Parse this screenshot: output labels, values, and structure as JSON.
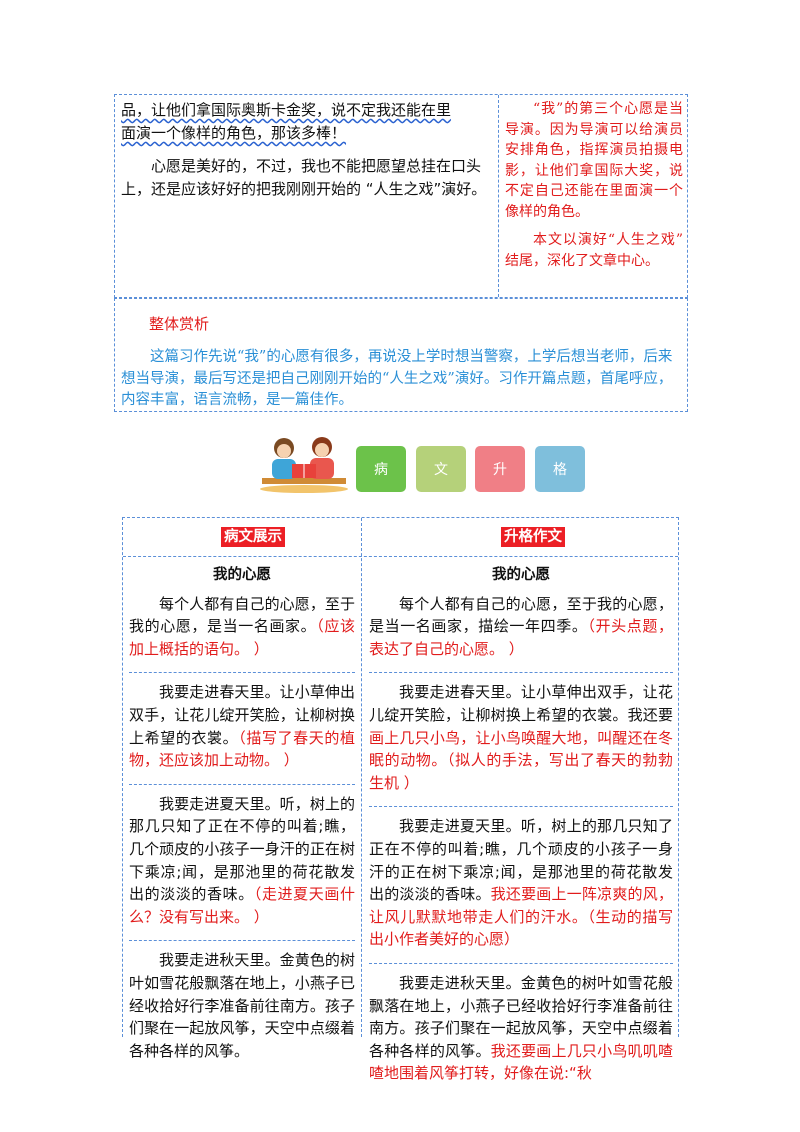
{
  "top": {
    "left_line1": "品，让他们拿国际奥斯卡金奖，说不定我还能在里",
    "left_line2": "面演一个像样的角色，那该多棒！",
    "left_para2": "心愿是美好的，不过，我也不能把愿望总挂在口头上，还是应该好好的把我刚刚开始的 “人生之戏”演好。",
    "right_para1": "“我”的第三个心愿是当导演。因为导演可以给演员安排角色，指挥演员拍摄电影，让他们拿国际大奖，说不定自己还能在里面演一个像样的角色。",
    "right_para2": "本文以演好“人生之戏” 结尾，深化了文章中心。"
  },
  "appreciation": {
    "title": "整体赏析",
    "body": "这篇习作先说“我”的心愿有很多，再说没上学时想当警察，上学后想当老师，后来想当导演，最后写还是把自己刚刚开始的“人生之戏”演好。习作开篇点题，首尾呼应，内容丰富，语言流畅，是一篇佳作。"
  },
  "banner": {
    "tiles": [
      "病",
      "文",
      "升",
      "格"
    ],
    "colors": [
      "#6cc24a",
      "#b5d17a",
      "#f07f86",
      "#7fbfdc"
    ]
  },
  "compare": {
    "left_header": "病文展示",
    "right_header": "升格作文",
    "left_title": "我的心愿",
    "right_title": "我的心愿",
    "left": {
      "p1": "每个人都有自己的心愿，至于我的心愿，是当一名画家。",
      "p1_note": "（应该加上概括的语句。 ）",
      "p2": "我要走进春天里。让小草伸出双手，让花儿绽开笑脸，让柳树换上希望的衣裳。",
      "p2_note": "（描写了春天的植物，还应该加上动物。 ）",
      "p3": "我要走进夏天里。听，树上的那几只知了正在不停的叫着;瞧，几个顽皮的小孩子一身汗的正在树下乘凉;闻，是那池里的荷花散发出的淡淡的香味。",
      "p3_note": "（走进夏天画什么？没有写出来。 ）",
      "p4": "我要走进秋天里。金黄色的树叶如雪花般飘落在地上，小燕子已经收拾好行李准备前往南方。孩子们聚在一起放风筝，天空中点缀着各种各样的风筝。"
    },
    "right": {
      "p1": "每个人都有自己的心愿，至于我的心愿，是当一名画家，描绘一年四季。",
      "p1_note": "（开头点题，表达了自己的心愿。 ）",
      "p2a": "我要走进春天里。让小草伸出双手，让花儿绽开笑脸，让柳树换上希望的衣裳。我还要",
      "p2b": "画上几只小鸟，让小鸟唤醒大地，叫醒还在冬眠的动物。",
      "p2_note": "（拟人的手法，写出了春天的勃勃生机 ）",
      "p3a": "我要走进夏天里。听，树上的那几只知了正在不停的叫着;瞧，几个顽皮的小孩子一身汗的正在树下乘凉;闻，是那池里的荷花散发出的淡淡的香味。",
      "p3b": "我还要画上一阵凉爽的风，让风儿默默地带走人们的汗水。",
      "p3_note": "（生动的描写出小作者美好的心愿）",
      "p4a": "我要走进秋天里。金黄色的树叶如雪花般飘落在地上，小燕子已经收拾好行李准备前往南方。孩子们聚在一起放风筝，天空中点缀着各种各样的风筝。",
      "p4b": "我还要画上几只小鸟叽叽喳喳地围着风筝打转，好像在说:“秋"
    }
  }
}
